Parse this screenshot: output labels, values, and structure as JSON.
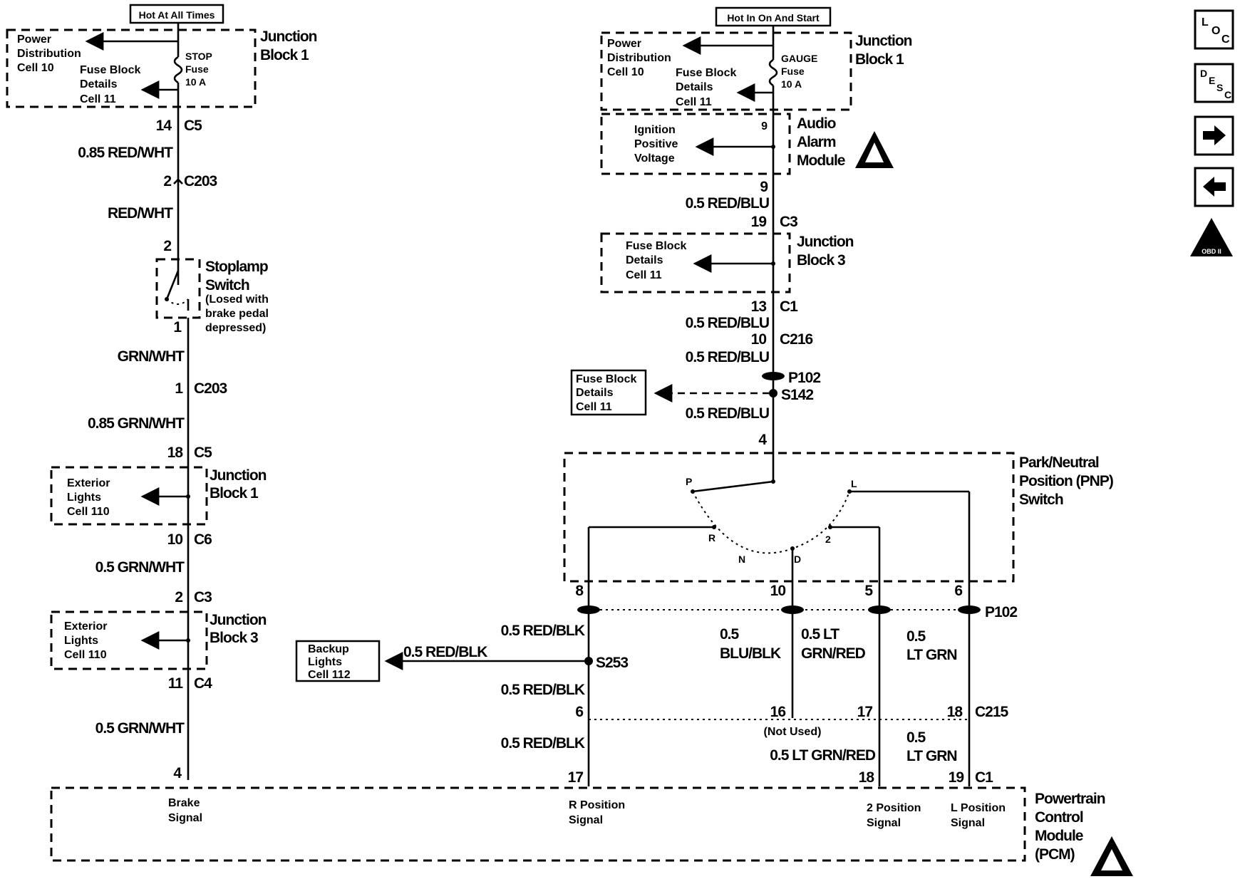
{
  "headers": {
    "left_power": "Hot At All Times",
    "right_power": "Hot In On And Start"
  },
  "left": {
    "jb1_top": {
      "title1": "Junction",
      "title2": "Block 1",
      "pd1": "Power",
      "pd2": "Distribution",
      "pd3": "Cell 10",
      "fb1": "Fuse Block",
      "fb2": "Details",
      "fb3": "Cell 11",
      "fuse1": "STOP",
      "fuse2": "Fuse",
      "fuse3": "10 A"
    },
    "c5_top": {
      "pin": "14",
      "conn": "C5"
    },
    "wire1": "0.85 RED/WHT",
    "c203_a": {
      "pin": "2",
      "conn": "C203"
    },
    "wire2": "RED/WHT",
    "switch_pin_top": "2",
    "switch": {
      "t1": "Stoplamp",
      "t2": "Switch",
      "n1": "(Losed with",
      "n2": "brake pedal",
      "n3": "depressed)"
    },
    "switch_pin_bot": "1",
    "wire3": "GRN/WHT",
    "c203_b": {
      "pin": "1",
      "conn": "C203"
    },
    "wire4": "0.85 GRN/WHT",
    "c5_bot": {
      "pin": "18",
      "conn": "C5"
    },
    "jb1_mid": {
      "title1": "Junction",
      "title2": "Block 1",
      "l1": "Exterior",
      "l2": "Lights",
      "l3": "Cell 110"
    },
    "c6": {
      "pin": "10",
      "conn": "C6"
    },
    "wire5": "0.5 GRN/WHT",
    "c3": {
      "pin": "2",
      "conn": "C3"
    },
    "jb3": {
      "title1": "Junction",
      "title2": "Block 3",
      "l1": "Exterior",
      "l2": "Lights",
      "l3": "Cell 110"
    },
    "c4": {
      "pin": "11",
      "conn": "C4"
    },
    "wire6": "0.5 GRN/WHT",
    "pcm_pin": "4"
  },
  "right": {
    "jb1": {
      "title1": "Junction",
      "title2": "Block 1",
      "pd1": "Power",
      "pd2": "Distribution",
      "pd3": "Cell 10",
      "fb1": "Fuse Block",
      "fb2": "Details",
      "fb3": "Cell 11",
      "fuse1": "GAUGE",
      "fuse2": "Fuse",
      "fuse3": "10 A"
    },
    "audio": {
      "pin": "9",
      "t1": "Audio",
      "t2": "Alarm",
      "t3": "Module",
      "l1": "Ignition",
      "l2": "Positive",
      "l3": "Voltage"
    },
    "pin9": "9",
    "wire1": "0.5 RED/BLU",
    "c3": {
      "pin": "19",
      "conn": "C3"
    },
    "jb3": {
      "title1": "Junction",
      "title2": "Block 3",
      "l1": "Fuse Block",
      "l2": "Details",
      "l3": "Cell 11"
    },
    "c1": {
      "pin": "13",
      "conn": "C1"
    },
    "wire2": "0.5 RED/BLU",
    "c216": {
      "pin": "10",
      "conn": "C216"
    },
    "wire3": "0.5 RED/BLU",
    "p102": "P102",
    "s142": "S142",
    "fuse_ref": {
      "l1": "Fuse Block",
      "l2": "Details",
      "l3": "Cell 11"
    },
    "wire4": "0.5 RED/BLU",
    "pnp_in_pin": "4",
    "pnp": {
      "t1": "Park/Neutral",
      "t2": "Position (PNP)",
      "t3": "Switch",
      "p": "P",
      "r": "R",
      "n": "N",
      "d": "D",
      "two": "2",
      "l": "L"
    },
    "pins": {
      "p8": "8",
      "p10": "10",
      "p5": "5",
      "p6": "6"
    },
    "p102b": "P102",
    "wire_rb1": "0.5 RED/BLK",
    "s253": "S253",
    "backup": {
      "l1": "Backup",
      "l2": "Lights",
      "l3": "Cell 112"
    },
    "wire_backup": "0.5 RED/BLK",
    "wire_rb2": "0.5 RED/BLK",
    "wire_bb1": "0.5",
    "wire_bb2": "BLU/BLK",
    "wire_lgr1": "0.5 LT",
    "wire_lgr2": "GRN/RED",
    "wire_lg1": "0.5",
    "wire_lg2": "LT GRN",
    "c215": {
      "p6": "6",
      "p16": "16",
      "p17": "17",
      "p18": "18",
      "conn": "C215"
    },
    "not_used": "(Not Used)",
    "wire_rb3": "0.5 RED/BLK",
    "wire_lgr3": "0.5 LT GRN/RED",
    "wire_lg3a": "0.5",
    "wire_lg3b": "LT GRN",
    "c1b": {
      "p17": "17",
      "p18": "18",
      "p19": "19",
      "conn": "C1"
    }
  },
  "pcm": {
    "t1": "Powertrain",
    "t2": "Control",
    "t3": "Module",
    "t4": "(PCM)",
    "brake1": "Brake",
    "brake2": "Signal",
    "r1": "R Position",
    "r2": "Signal",
    "two1": "2 Position",
    "two2": "Signal",
    "l1": "L Position",
    "l2": "Signal"
  },
  "nav": {
    "loc": [
      "L",
      "O",
      "C"
    ],
    "desc": [
      "D",
      "E",
      "S",
      "C"
    ],
    "esd_label": "OBD II"
  }
}
